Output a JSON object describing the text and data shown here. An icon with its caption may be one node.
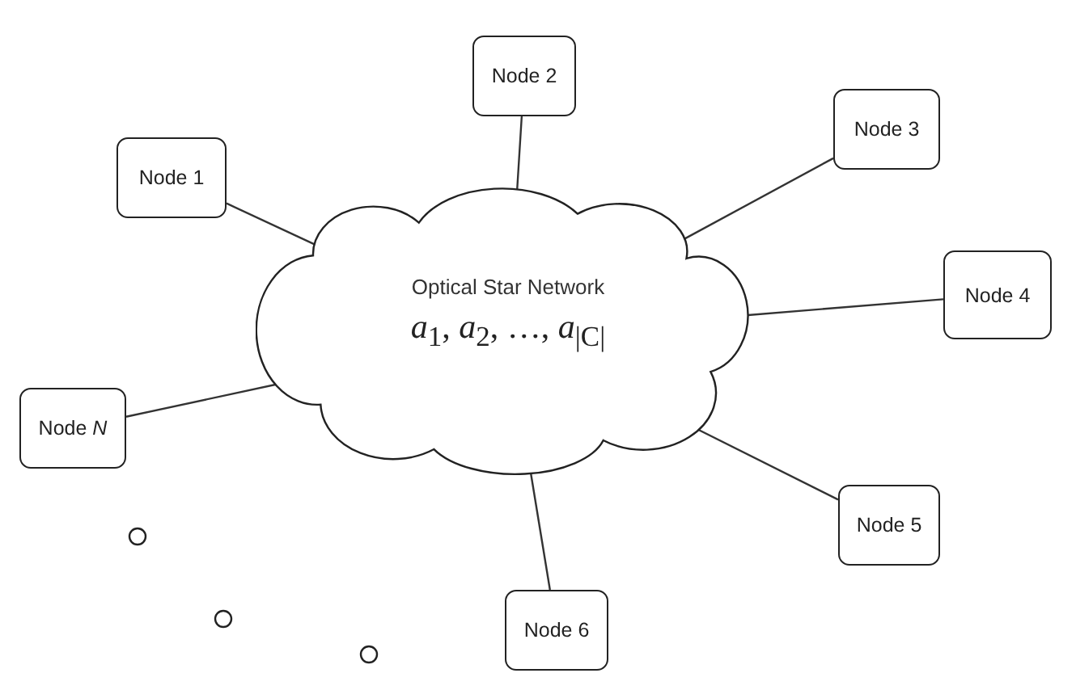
{
  "diagram": {
    "nodes": [
      {
        "text": [
          "Optical Star Network",
          "*a*$_{1}$, *a*$_{2}$, …, *a*$_{|C|}$"
        ]
      },
      {
        "text": [
          "Node 1"
        ]
      },
      {
        "text": [
          "Node 2"
        ]
      },
      {
        "text": [
          "Node 3"
        ]
      },
      {
        "text": [
          "Node 4"
        ]
      },
      {
        "text": [
          "Node *N*"
        ]
      },
      {
        "text": [
          "Node 5"
        ]
      },
      {
        "text": [
          "Node 6"
        ]
      }
    ],
    "edges": [
      {
        "from": 1,
        "to": 0,
        "arrow": "none"
      },
      {
        "from": 2,
        "to": 0,
        "arrow": "none"
      },
      {
        "from": 3,
        "to": 0,
        "arrow": "none"
      },
      {
        "from": 4,
        "to": 0,
        "arrow": "none"
      },
      {
        "from": 5,
        "to": 0,
        "arrow": "none"
      },
      {
        "from": 6,
        "to": 0,
        "arrow": "none"
      },
      {
        "from": 7,
        "to": 0,
        "arrow": "none"
      }
    ]
  }
}
